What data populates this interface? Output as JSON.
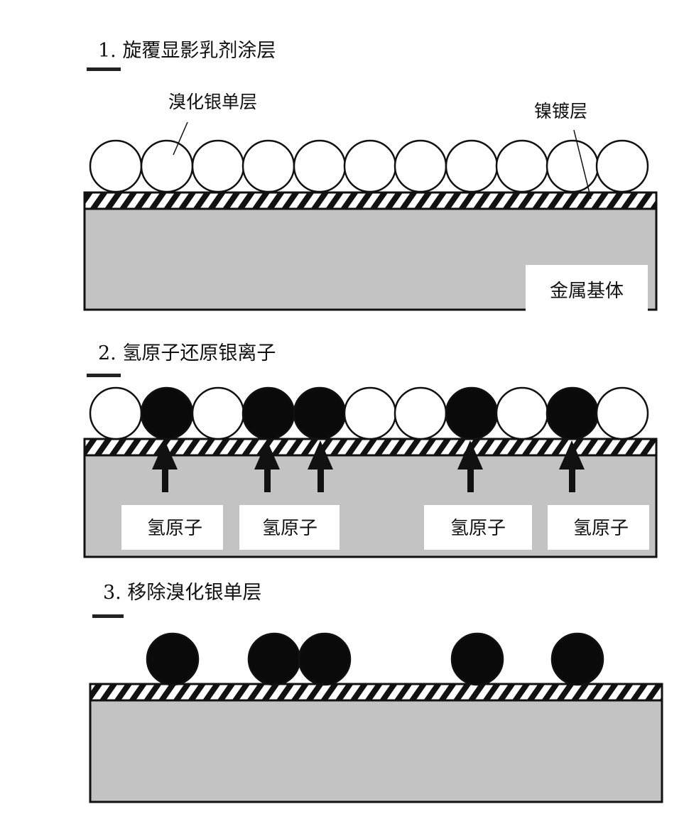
{
  "colors": {
    "substrate": "#c3c3c3",
    "outline": "#111111",
    "silver_ion": "#ffffff",
    "silver_atom": "#0a0a0a",
    "label_box": "#ffffff"
  },
  "icons": {
    "arrow": "up-arrow-icon",
    "hatch": "diagonal-hatch-pattern"
  },
  "diagram": {
    "steps": [
      {
        "id": "step1",
        "title": "1. 旋覆显影乳剂涂层",
        "callouts": [
          {
            "id": "agbr",
            "text": "溴化银单层"
          },
          {
            "id": "nickel",
            "text": "镍镀层"
          }
        ],
        "substrate_label": "金属基体",
        "particles": [
          "ion",
          "ion",
          "ion",
          "ion",
          "ion",
          "ion",
          "ion",
          "ion",
          "ion",
          "ion",
          "ion"
        ]
      },
      {
        "id": "step2",
        "title": "2. 氢原子还原银离子",
        "particles": [
          "ion",
          "atom",
          "ion",
          "atom",
          "atom",
          "ion",
          "ion",
          "atom",
          "ion",
          "atom",
          "ion"
        ],
        "hydrogen_labels": [
          "氢原子",
          "氢原子",
          "氢原子",
          "氢原子"
        ]
      },
      {
        "id": "step3",
        "title": "3. 移除溴化银单层",
        "particles": [
          "atom",
          "atom",
          "atom",
          "atom",
          "atom"
        ]
      }
    ]
  }
}
